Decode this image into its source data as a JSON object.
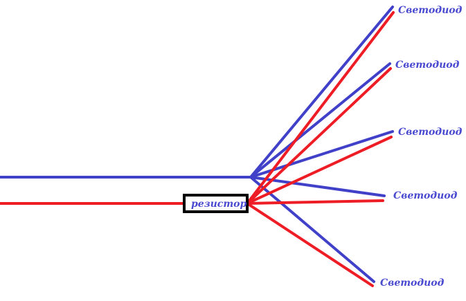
{
  "resistor": {
    "label": "резистор"
  },
  "leds": [
    {
      "label": "Светодиод"
    },
    {
      "label": "Светодиод"
    },
    {
      "label": "Светодиод"
    },
    {
      "label": "Светодиод"
    },
    {
      "label": "Светодиод"
    }
  ],
  "colors": {
    "positive_wire": "#ee1c24",
    "negative_wire": "#4040c8",
    "label": "#4a4ad0"
  }
}
